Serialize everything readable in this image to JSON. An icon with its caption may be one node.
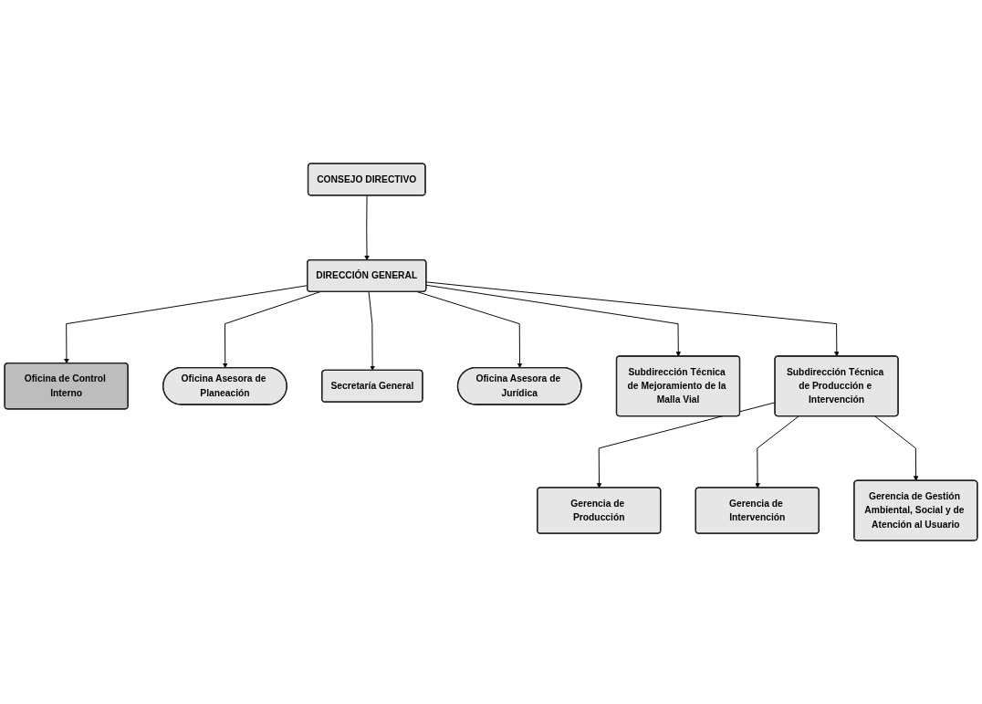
{
  "diagram": {
    "nodes": [
      {
        "text": [
          "CONSEJO DIRECTIVO"
        ]
      },
      {
        "text": [
          "DIRECCIÓN GENERAL"
        ]
      },
      {
        "text": [
          "Oficina de Control Interno"
        ]
      },
      {
        "text": [
          "Oficina Asesora de Planeación"
        ]
      },
      {
        "text": [
          "Secretaría General"
        ]
      },
      {
        "text": [
          "Oficina Asesora de Jurídica"
        ]
      },
      {
        "text": [
          "Subdirección Técnica de Mejoramiento de la Malla Vial"
        ]
      },
      {
        "text": [
          "Subdirección Técnica de Producción e Intervención"
        ]
      },
      {
        "text": [
          "Gerencia de Producción"
        ]
      },
      {
        "text": [
          "Gerencia de Intervención"
        ]
      },
      {
        "text": [
          "Gerencia de Gestión Ambiental, Social y de Atención al Usuario"
        ]
      }
    ],
    "edges": [
      {
        "from": 0,
        "to": 1,
        "arrow": "to"
      },
      {
        "from": 1,
        "to": 2,
        "arrow": "to"
      },
      {
        "from": 1,
        "to": 3,
        "arrow": "to"
      },
      {
        "from": 1,
        "to": 4,
        "arrow": "to"
      },
      {
        "from": 1,
        "to": 5,
        "arrow": "to"
      },
      {
        "from": 1,
        "to": 6,
        "arrow": "to"
      },
      {
        "from": 1,
        "to": 7,
        "arrow": "to"
      },
      {
        "from": 7,
        "to": 8,
        "arrow": "to"
      },
      {
        "from": 7,
        "to": 9,
        "arrow": "to"
      },
      {
        "from": 7,
        "to": 10,
        "arrow": "to"
      }
    ]
  }
}
